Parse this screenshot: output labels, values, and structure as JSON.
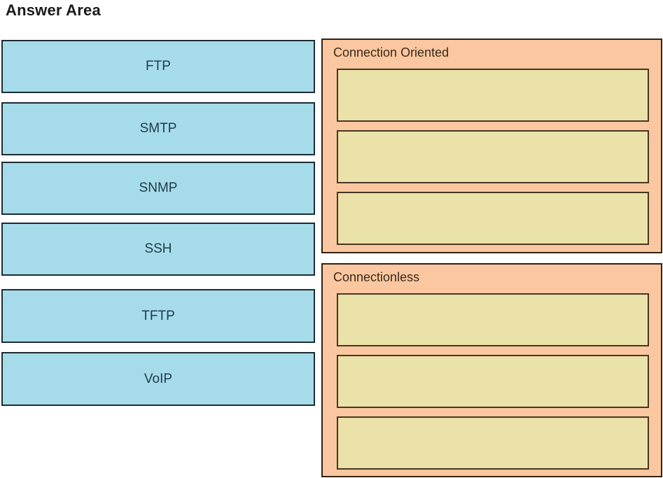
{
  "page_title": "Answer Area",
  "items": [
    {
      "label": "FTP"
    },
    {
      "label": "SMTP"
    },
    {
      "label": "SNMP"
    },
    {
      "label": "SSH"
    },
    {
      "label": "TFTP"
    },
    {
      "label": "VoIP"
    }
  ],
  "groups": [
    {
      "label": "Connection Oriented",
      "slots": [
        "",
        "",
        ""
      ]
    },
    {
      "label": "Connectionless",
      "slots": [
        "",
        "",
        ""
      ]
    }
  ],
  "colors": {
    "item_fill": "#a6dcea",
    "item_border": "#1c2b31",
    "item_text": "#1f3947",
    "group_fill": "#fac7a0",
    "group_border": "#2f2315",
    "group_text": "#3b2a1a",
    "slot_fill": "#eae2a8",
    "slot_border": "#463723",
    "title_text": "#1a1a1a"
  }
}
